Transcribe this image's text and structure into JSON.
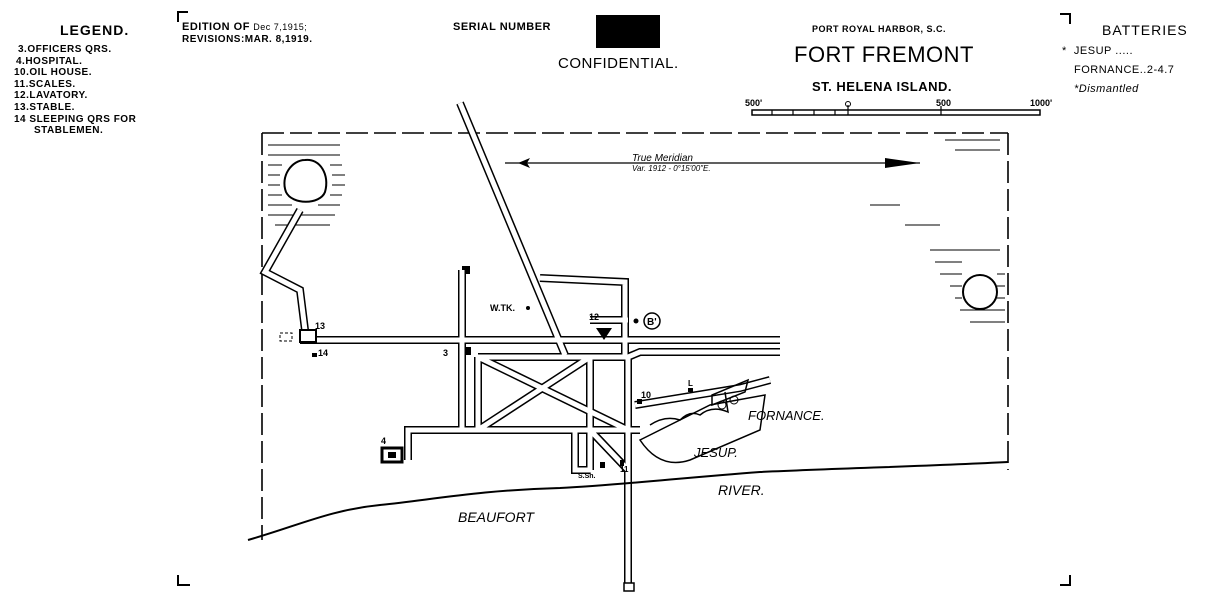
{
  "legend": {
    "title": "LEGEND.",
    "items": [
      "3.OFFICERS QRS.",
      "4.HOSPITAL.",
      "10.OIL HOUSE.",
      "11.SCALES.",
      "12.LAVATORY.",
      "13.STABLE.",
      "14 SLEEPING QRS FOR",
      "STABLEMEN."
    ]
  },
  "edition": {
    "line1_label": "EDITION OF",
    "line1_date": "Dec 7,1915;",
    "line2": "REVISIONS:MAR. 8,1919."
  },
  "serial": {
    "label": "SERIAL NUMBER"
  },
  "classification": "CONFIDENTIAL.",
  "header": {
    "harbor": "PORT ROYAL HARBOR, S.C.",
    "title": "FORT FREMONT",
    "subtitle": "ST. HELENA ISLAND."
  },
  "scale": {
    "labels": [
      "500'",
      "0",
      "500",
      "1000'"
    ]
  },
  "batteries": {
    "title": "BATTERIES",
    "items": [
      {
        "marker": "*",
        "name": "JESUP",
        "value": "....."
      },
      {
        "marker": "",
        "name": "FORNANCE",
        "value": "..2-4.7"
      }
    ],
    "note": "*Dismantled"
  },
  "meridian": {
    "line1": "True Meridian",
    "line2": "Var. 1912 - 0°15'00\"E."
  },
  "map_labels": {
    "wtk": "W.TK.",
    "b": "B'",
    "n12": "12",
    "n3": "3",
    "n13": "13",
    "n14": "14",
    "n4": "4",
    "n10": "10",
    "l": "L",
    "ssh": "S.Sh.",
    "n11": "11",
    "fornance": "FORNANCE.",
    "jesup": "JESUP.",
    "river": "RIVER.",
    "beaufort": "BEAUFORT"
  }
}
